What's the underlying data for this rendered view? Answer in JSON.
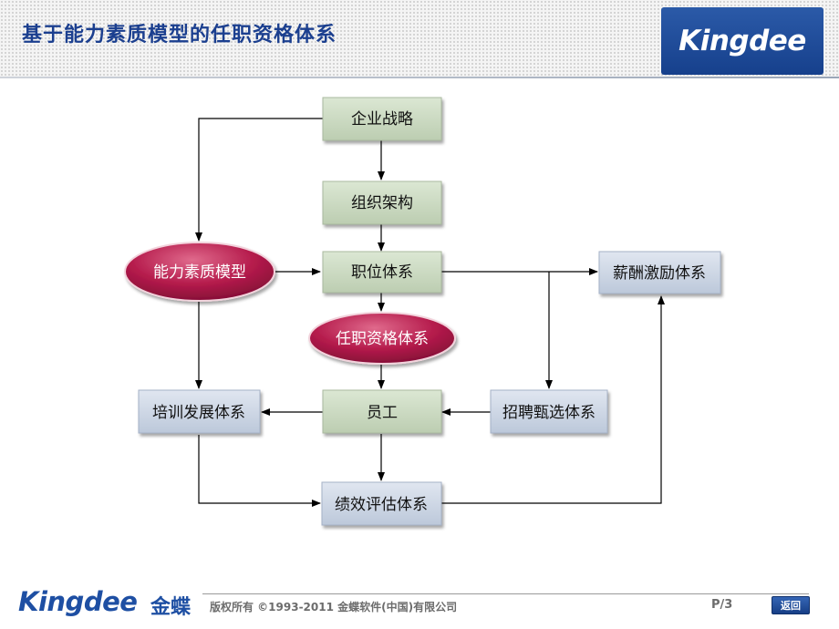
{
  "header": {
    "title": "基于能力素质模型的任职资格体系",
    "brand_logo": "Kingdee"
  },
  "diagram": {
    "nodes": {
      "strategy": "企业战略",
      "org_structure": "组织架构",
      "competency_model": "能力素质模型",
      "position_system": "职位体系",
      "compensation_system": "薪酬激励体系",
      "qualification_system": "任职资格体系",
      "training_system": "培训发展体系",
      "employee": "员工",
      "recruitment_system": "招聘甄选体系",
      "performance_system": "绩效评估体系"
    },
    "colors": {
      "box_fill": "#cbd9c2",
      "box_fill_blue": "#cdd6e4",
      "ellipse_fill": "#b21a4a",
      "arrow": "#000000"
    }
  },
  "footer": {
    "logo": "Kingdee",
    "logo_cn": "金蝶",
    "copyright": "版权所有 ©1993-2011 金蝶软件(中国)有限公司",
    "page": "P/3",
    "back_label": "返回"
  }
}
